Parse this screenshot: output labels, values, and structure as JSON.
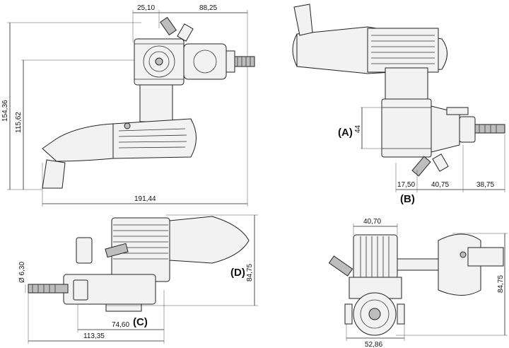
{
  "views": {
    "top": {
      "dim_width_top": "25,10",
      "dim_right_top": "88,25",
      "dim_height_total": "154,36",
      "dim_height_inner": "115,62",
      "dim_length": "191,44"
    },
    "b": {
      "label_a": "(A)",
      "dim_a": "44",
      "dim_1": "17,50",
      "dim_2": "40,75",
      "dim_3": "38,75",
      "label": "(B)"
    },
    "c": {
      "dim_shaft": "Ø 6,30",
      "dim_1": "74,60",
      "dim_2": "113,35",
      "label": "(C)",
      "label_d": "(D)",
      "dim_height": "84,75"
    },
    "e": {
      "dim_top": "40,70",
      "dim_bottom": "52,86",
      "dim_height": "84,75"
    }
  }
}
